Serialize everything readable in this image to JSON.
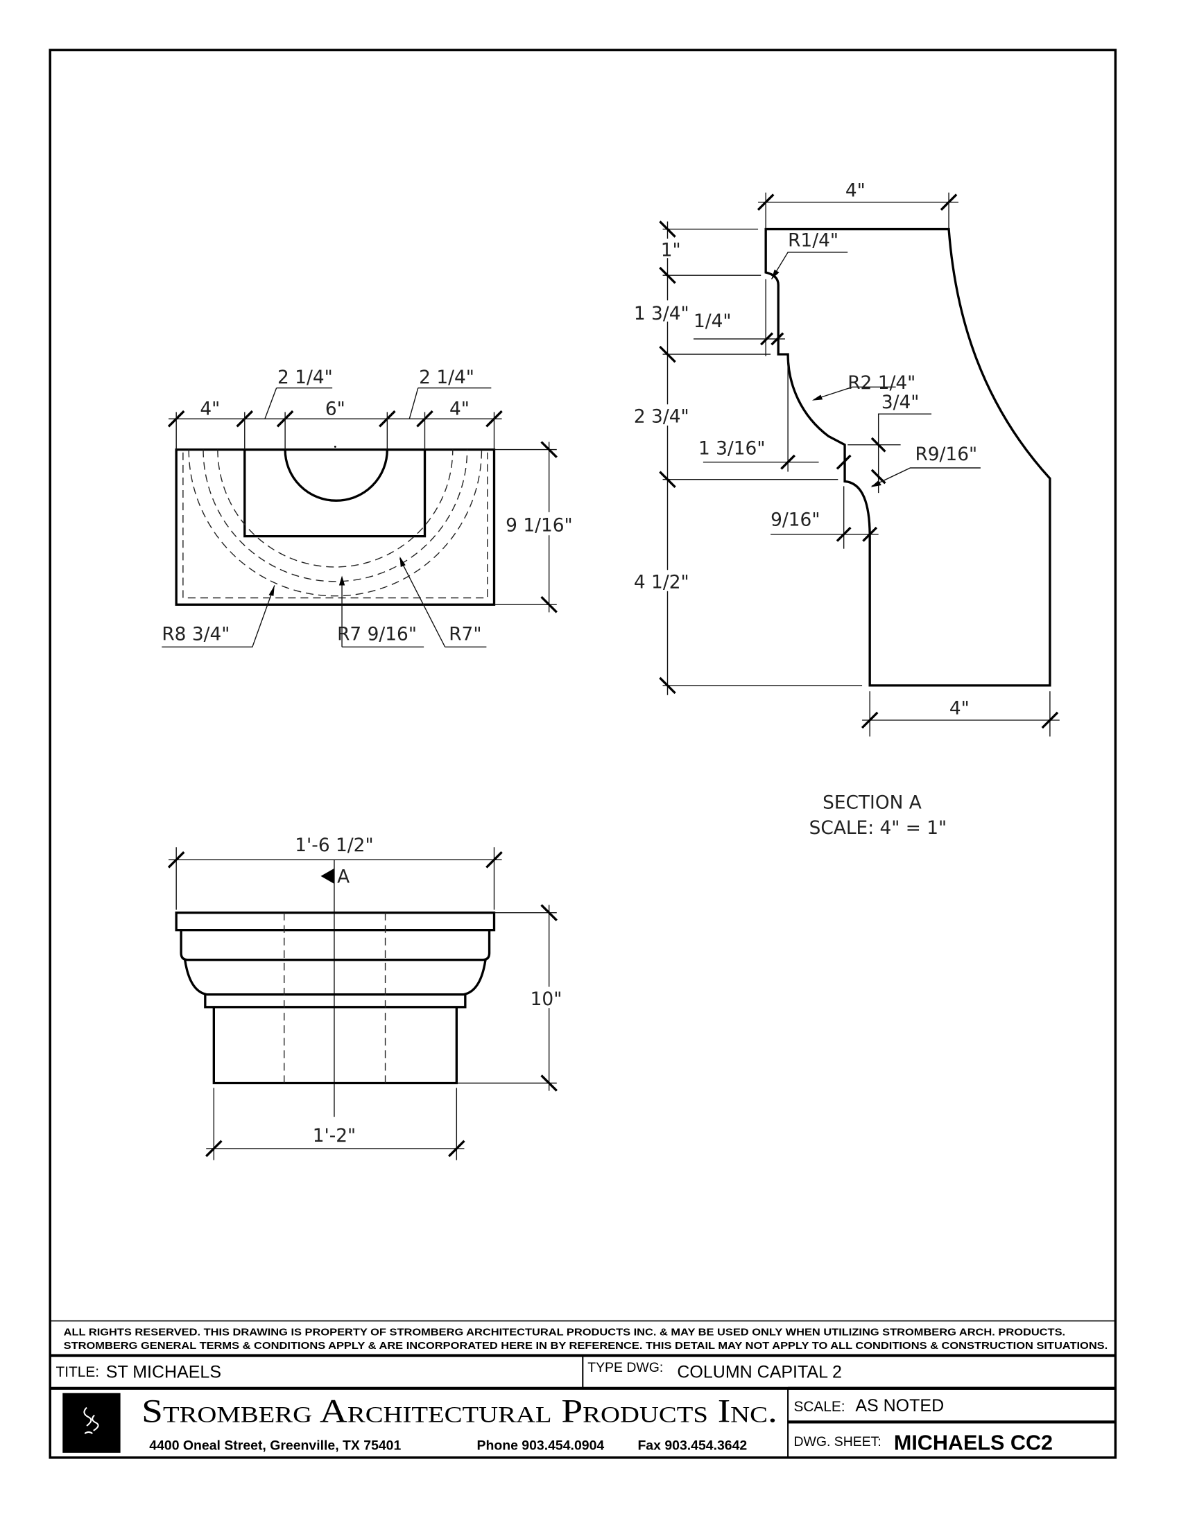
{
  "plan_view": {
    "dims": [
      "4\"",
      "6\"",
      "4\"",
      "2 1/4\"",
      "2 1/4\"",
      "9 1/16\""
    ],
    "radii": [
      "R8 3/4\"",
      "R7 9/16\"",
      "R7\""
    ]
  },
  "section_view": {
    "top_width": "4\"",
    "bottom_width": "4\"",
    "heights": [
      "1\"",
      "1 3/4\"",
      "2 3/4\"",
      "4 1/2\""
    ],
    "small_dims": [
      "1/4\"",
      "3/4\"",
      "1 3/16\"",
      "9/16\""
    ],
    "radii": [
      "R1/4\"",
      "R2 1/4\"",
      "R9/16\""
    ],
    "caption": "SECTION   A",
    "scale": "SCALE:   4\"  =  1\""
  },
  "elevation_view": {
    "top_width": "1'-6 1/2\"",
    "section_marker": "A",
    "height": "10\"",
    "bottom_width": "1'-2\""
  },
  "title_block": {
    "notice_line1": "ALL RIGHTS RESERVED. THIS DRAWING IS PROPERTY OF STROMBERG ARCHITECTURAL PRODUCTS INC. & MAY BE USED ONLY WHEN UTILIZING STROMBERG ARCH. PRODUCTS.",
    "notice_line2": "STROMBERG GENERAL TERMS & CONDITIONS APPLY & ARE INCORPORATED HERE IN BY REFERENCE. THIS DETAIL MAY NOT APPLY TO ALL CONDITIONS & CONSTRUCTION SITUATIONS.",
    "title_label": "TITLE:",
    "title_value": "ST MICHAELS",
    "type_label": "TYPE DWG:",
    "type_value": "COLUMN CAPITAL 2",
    "company": "Stromberg Architectural Products Inc.",
    "address": "4400 Oneal Street, Greenville, TX  75401",
    "phone": "Phone 903.454.0904",
    "fax": "Fax 903.454.3642",
    "scale_label": "SCALE:",
    "scale_value": "AS NOTED",
    "sheet_label": "DWG. SHEET:",
    "sheet_value": "MICHAELS CC2"
  }
}
